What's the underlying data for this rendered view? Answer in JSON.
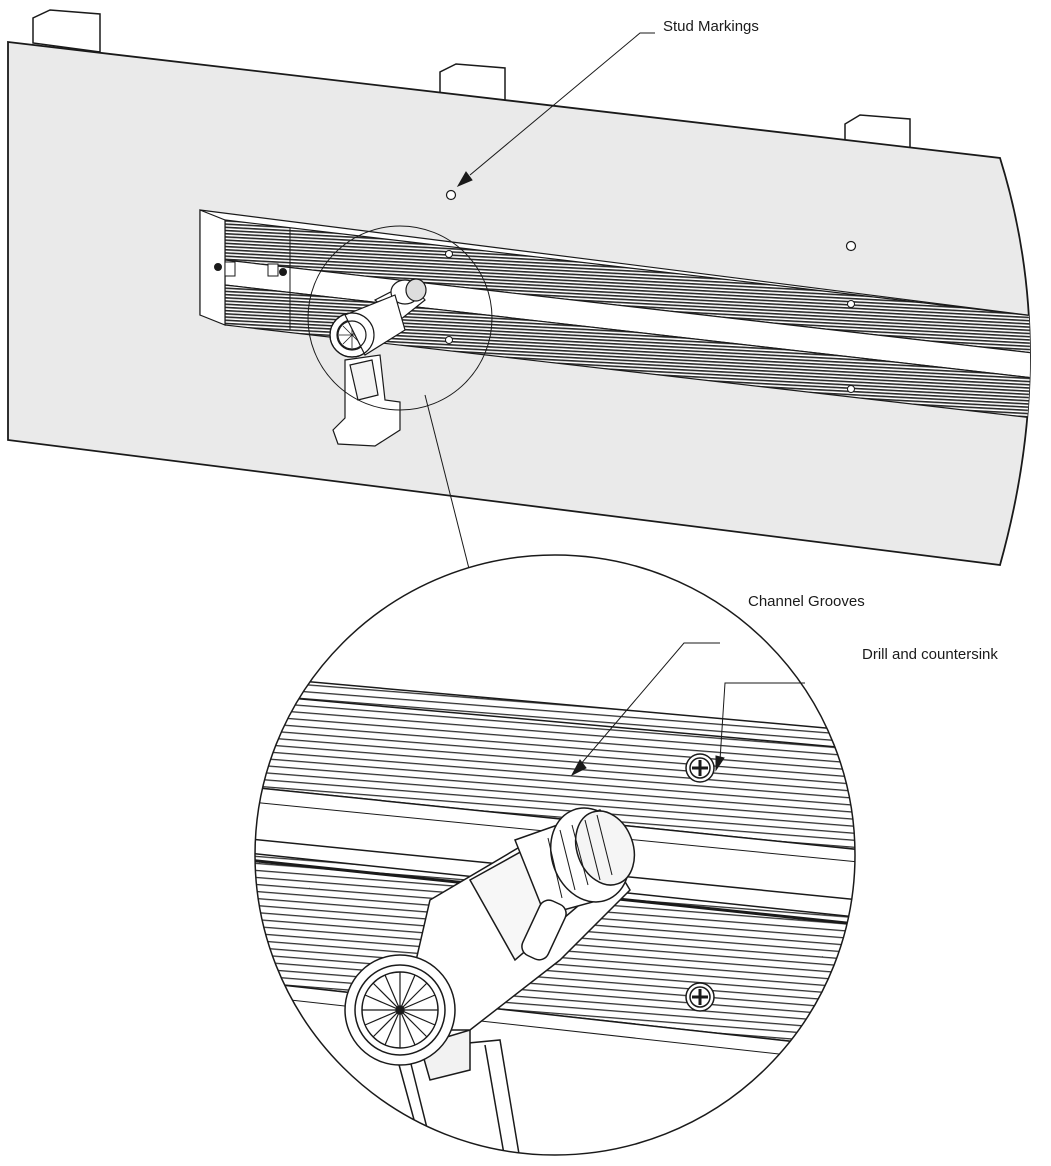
{
  "callouts": {
    "stud_markings": "Stud Markings",
    "channel_grooves": "Channel Grooves",
    "drill_countersink": "Drill and countersink"
  },
  "colors": {
    "line": "#1a1a1a",
    "panel_fill": "#eaeaea",
    "groove_dark": "#2a2a2a",
    "background": "#ffffff"
  },
  "icons": [
    "stud-marking-icon",
    "screw-head-icon",
    "drill-icon"
  ]
}
